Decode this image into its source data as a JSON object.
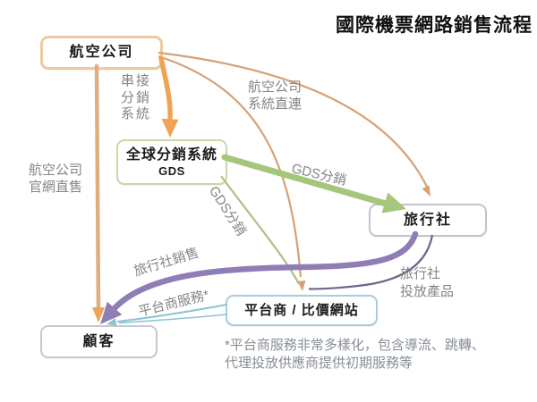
{
  "title": "國際機票網路銷售流程",
  "nodes": {
    "airline": "航空公司",
    "gds": [
      "全球分銷系統",
      "GDS"
    ],
    "travel_agency": "旅行社",
    "customer": "顧客",
    "platform": "平台商 / 比價網站"
  },
  "edge_labels": {
    "connect_distribution": [
      "串接",
      "分銷",
      "系統"
    ],
    "airline_direct": [
      "航空公司",
      "系統直連"
    ],
    "website_direct": [
      "航空公司",
      "官網直售"
    ],
    "gds_distribution_to_agency": "GDS分銷",
    "gds_distribution_to_platform": "GDS分銷",
    "agency_sales": "旅行社銷售",
    "platform_service": "平台商服務*",
    "agency_products": [
      "旅行社",
      "投放產品"
    ]
  },
  "footnote": [
    "*平台商服務非常多樣化，包含導流、跳轉、",
    "代理投放供應商提供初期服務等"
  ],
  "colors": {
    "orange_thick": "#f0a355",
    "orange_thin": "#d7a173",
    "tan_line": "#dfae7e",
    "green_thick": "#a5c77b",
    "green_thin": "#afbf85",
    "purple_thick": "#8f7eb5",
    "purple_thin": "#6e6590",
    "blue_line": "#8cc3d4",
    "label_gray": "#858585",
    "airline_border": "#edcb9e",
    "gds_border": "#c8d8a6",
    "agency_border": "#c3c3cd",
    "customer_border": "#c9c8d6",
    "platform_border": "#a8ccda"
  }
}
